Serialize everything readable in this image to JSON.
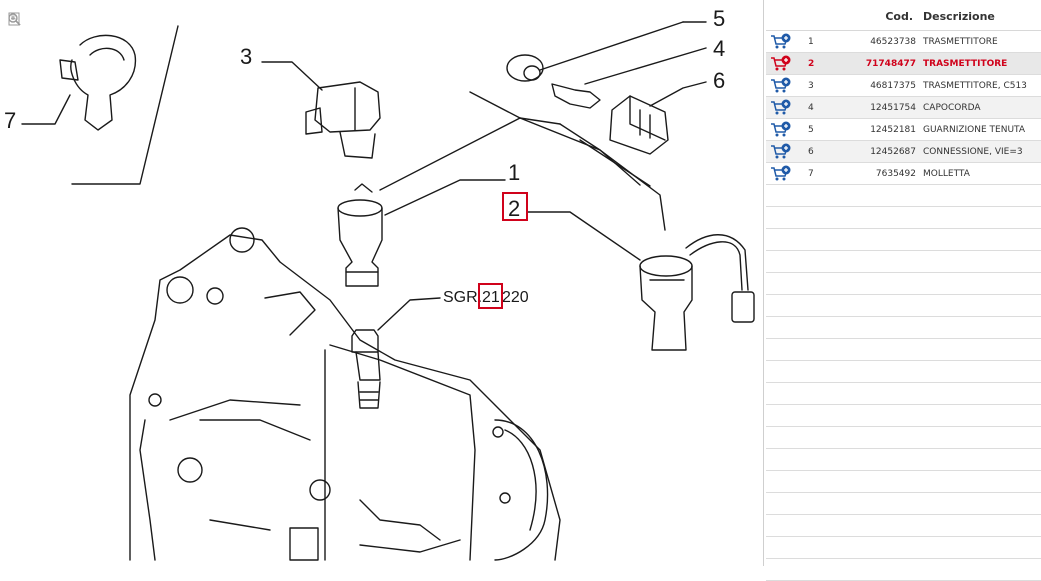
{
  "diagram": {
    "callouts": [
      "1",
      "2",
      "3",
      "4",
      "5",
      "6",
      "7"
    ],
    "ref_label": {
      "prefix": "SGR.",
      "highlight": "21",
      "suffix": "220"
    },
    "tools": [
      "fit-page-icon",
      "zoom-in-icon",
      "zoom-out-icon"
    ]
  },
  "table": {
    "headers": {
      "cod": "Cod.",
      "desc": "Descrizione"
    },
    "rows": [
      {
        "pos": "1",
        "cod": "46523738",
        "desc": "TRASMETTITORE",
        "selected": false
      },
      {
        "pos": "2",
        "cod": "71748477",
        "desc": "TRASMETTITORE",
        "selected": true
      },
      {
        "pos": "3",
        "cod": "46817375",
        "desc": "TRASMETTITORE, C513",
        "selected": false
      },
      {
        "pos": "4",
        "cod": "12451754",
        "desc": "CAPOCORDA",
        "selected": false
      },
      {
        "pos": "5",
        "cod": "12452181",
        "desc": "GUARNIZIONE TENUTA",
        "selected": false
      },
      {
        "pos": "6",
        "cod": "12452687",
        "desc": "CONNESSIONE, VIE=3",
        "selected": false
      },
      {
        "pos": "7",
        "cod": "7635492",
        "desc": "MOLLETTA",
        "selected": false
      }
    ]
  },
  "colors": {
    "highlight": "#d0021b",
    "cart_blue": "#1f5aa8",
    "line": "#1a1a1a"
  }
}
